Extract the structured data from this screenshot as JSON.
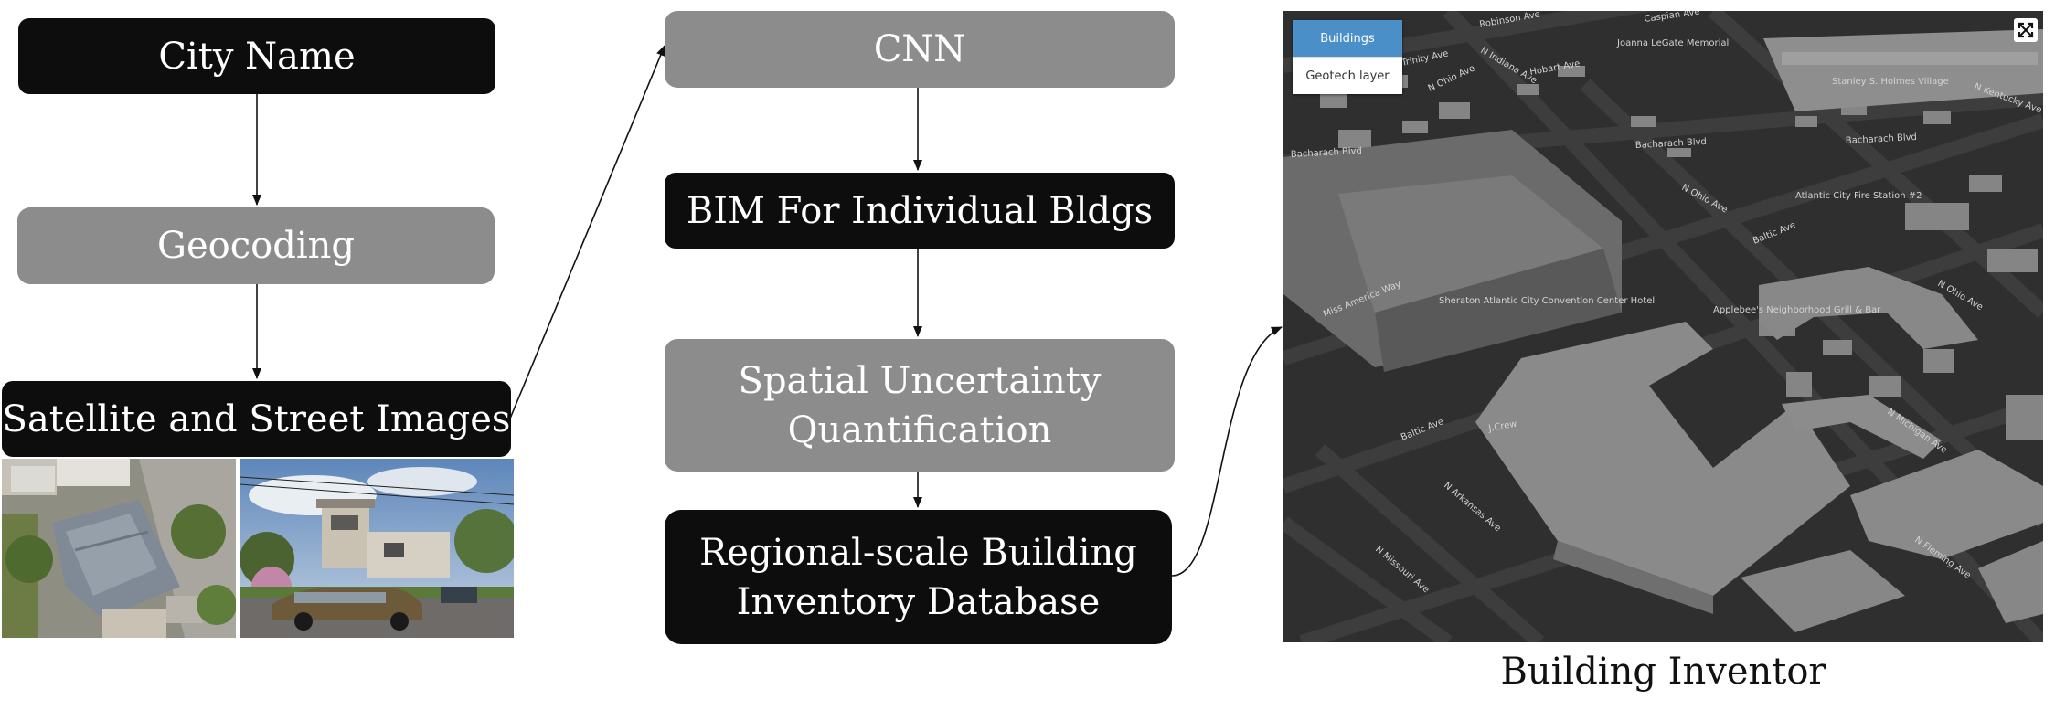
{
  "flow": {
    "city_name": "City Name",
    "geocoding": "Geocoding",
    "satellite_street": "Satellite and Street Images",
    "cnn": "CNN",
    "bim": "BIM For Individual Bldgs",
    "spatial_line1": "Spatial Uncertainty",
    "spatial_line2": "Quantification",
    "regional_line1": "Regional-scale Building",
    "regional_line2": "Inventory Database"
  },
  "map": {
    "layers": [
      "Buildings",
      "Geotech layer"
    ],
    "active_layer": "Buildings",
    "street_labels": [
      "Robinson Ave",
      "Caspian Ave",
      "N Indiana Ave",
      "Trinity Ave",
      "N Ohio Ave",
      "Hobart Ave",
      "Bacharach Blvd",
      "Bacharach Blvd",
      "Bacharach Blvd",
      "N Ohio Ave",
      "Baltic Ave",
      "N Ohio Ave",
      "Miss America Way",
      "Baltic Ave",
      "N Michigan Ave",
      "N Arkansas Ave",
      "N Missouri Ave",
      "N Fleming Ave",
      "N Kentucky Ave"
    ],
    "place_labels": [
      "Sheraton Atlantic City Convention Center Hotel",
      "Applebee's Neighborhood Grill & Bar",
      "J.Crew",
      "Stanley S. Holmes Village",
      "Atlantic City Fire Station #2",
      "Joanna LeGate Memorial"
    ],
    "accent_color": "#4a8fc7",
    "background_color": "#2f2f2f",
    "building_color": "#8a8a8a",
    "street_color": "#3e3e3e"
  },
  "caption": "Building Inventor",
  "colors": {
    "dark_box": "#0d0d0d",
    "gray_box": "#8c8c8c"
  }
}
